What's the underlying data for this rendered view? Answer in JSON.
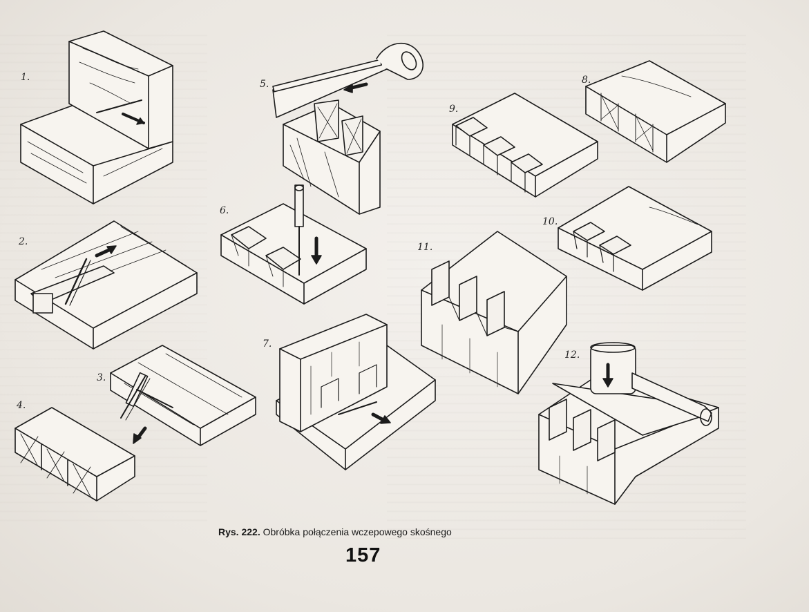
{
  "figure": {
    "step_labels": [
      "1.",
      "2.",
      "3.",
      "4.",
      "5.",
      "6.",
      "7.",
      "8.",
      "9.",
      "10.",
      "11.",
      "12."
    ]
  },
  "caption": {
    "prefix": "Rys. 222.",
    "text": "Obróbka połączenia wczepowego skośnego"
  },
  "page_number": "157"
}
